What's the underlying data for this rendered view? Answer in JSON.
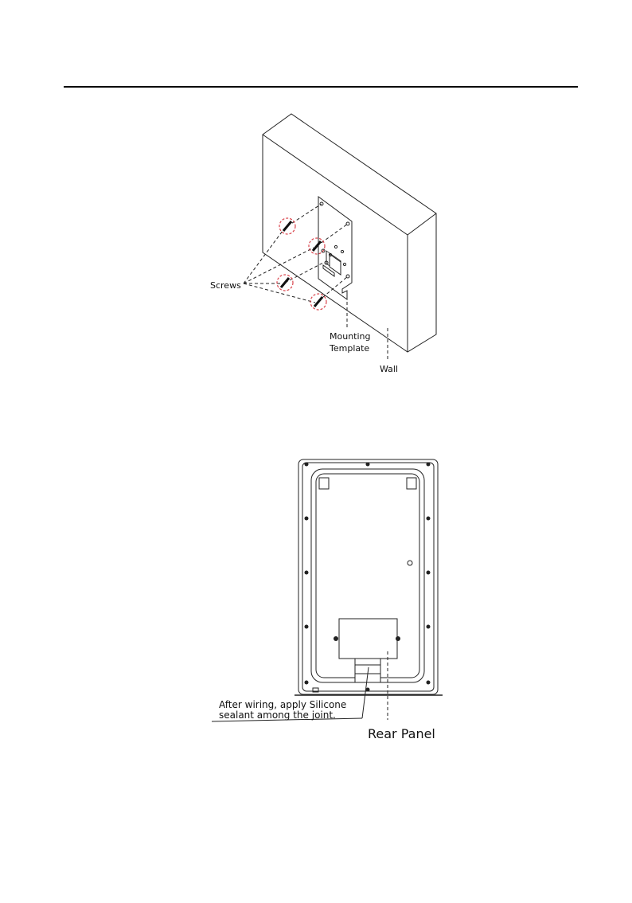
{
  "figure_wall": {
    "labels": {
      "screws": "Screws",
      "mounting_line1": "Mounting",
      "mounting_line2": "Template",
      "wall": "Wall"
    }
  },
  "figure_rear": {
    "labels": {
      "note_line1": "After wiring, apply Silicone",
      "note_line2": "sealant among the joint.",
      "rear_panel": "Rear Panel"
    }
  },
  "colors": {
    "line": "#222222",
    "screw_highlight": "#d9434b"
  }
}
